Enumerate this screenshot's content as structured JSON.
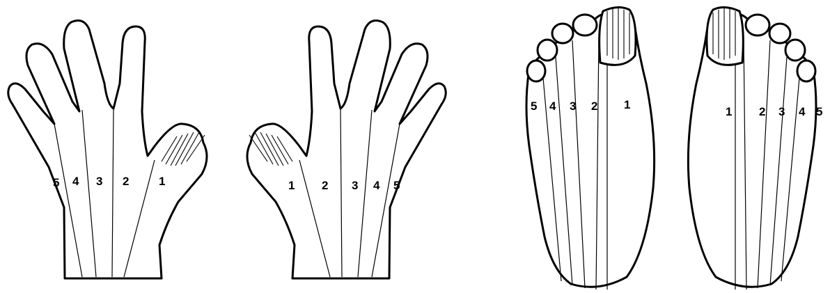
{
  "figure": {
    "left_hand": {
      "zone_labels": [
        "5",
        "4",
        "3",
        "2",
        "1"
      ]
    },
    "right_hand": {
      "zone_labels": [
        "1",
        "2",
        "3",
        "4",
        "5"
      ]
    },
    "left_foot": {
      "zone_labels": [
        "5",
        "4",
        "3",
        "2",
        "1"
      ]
    },
    "right_foot": {
      "zone_labels": [
        "1",
        "2",
        "3",
        "4",
        "5"
      ]
    },
    "colors": {
      "line": "#000000",
      "background": "#ffffff"
    }
  }
}
